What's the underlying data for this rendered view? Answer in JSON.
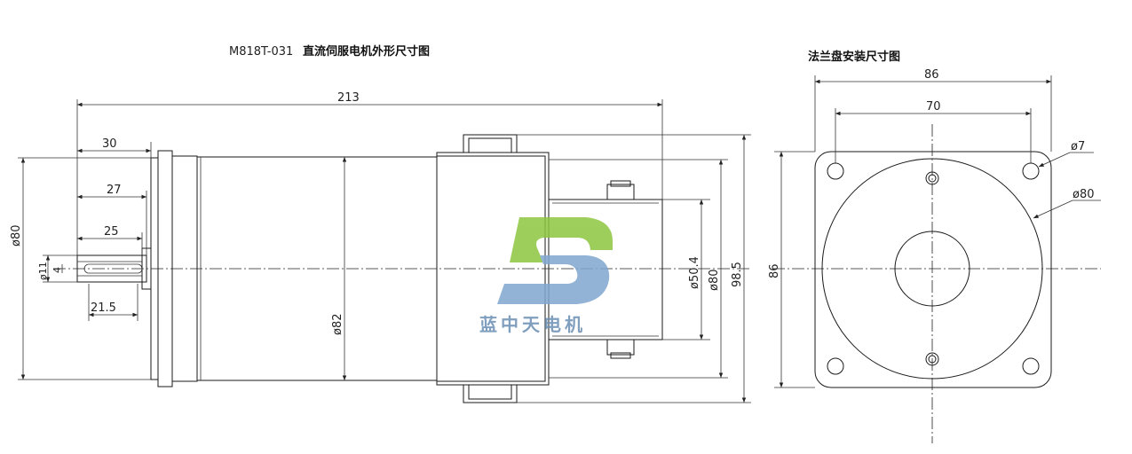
{
  "titles": {
    "main_model": "M818T-031",
    "main_desc": "直流伺服电机外形尺寸图",
    "flange": "法兰盘安装尺寸图"
  },
  "logo": {
    "text": "蓝中天电机",
    "colors": {
      "green": "#8dc63f",
      "blue": "#7fa6cf",
      "text": "#6b8fb3"
    }
  },
  "side_view_dims": {
    "total_length": "213",
    "d30": "30",
    "d27": "27",
    "d25": "25",
    "d21_5": "21.5",
    "dia80_left": "ø80",
    "dia11": "ø11",
    "key4": "4",
    "dia82": "ø82",
    "dia50_4": "ø50.4",
    "dia80_right": "ø80",
    "h98_5": "98.5"
  },
  "flange_dims": {
    "w86": "86",
    "w70": "70",
    "h86": "86",
    "hole7": "ø7",
    "dia80": "ø80"
  }
}
